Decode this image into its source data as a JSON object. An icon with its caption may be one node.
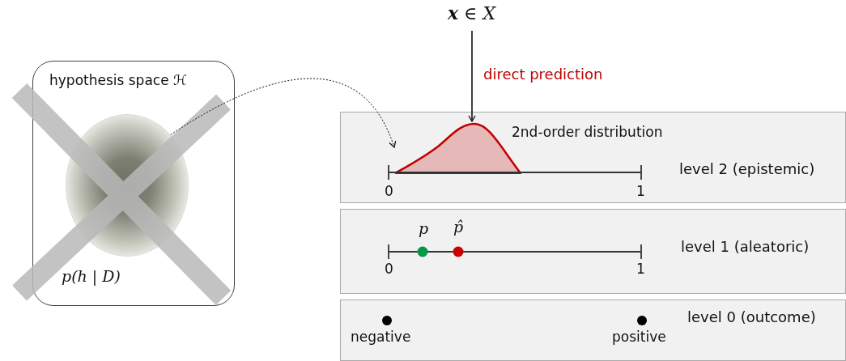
{
  "diagram": {
    "nodes": [
      {
        "text": [
          "hypothesis space ℋ",
          "p(h | D)"
        ]
      },
      {
        "text": [],
        "shape": "circle",
        "in": 0
      },
      {
        "text": [
          "**x** ∈ X"
        ]
      },
      {
        "text": [
          "level 2 (epistemic)"
        ]
      },
      {
        "text": [],
        "shape": "picture",
        "in": 3,
        "beside": [
          "2nd-order distribution"
        ]
      },
      {
        "text": [
          "level 1 (aleatoric)"
        ]
      },
      {
        "text": [
          "level 0 (outcome)"
        ]
      }
    ],
    "edges": [
      {
        "from": 1,
        "to": 4,
        "arrow": "to",
        "style": "dashed"
      },
      {
        "from": 2,
        "to": 4,
        "arrow": "to",
        "label": "direct prediction"
      }
    ],
    "labels": [
      "0",
      "1",
      "p",
      "p̂",
      "0",
      "1",
      "negative",
      "positive"
    ]
  }
}
